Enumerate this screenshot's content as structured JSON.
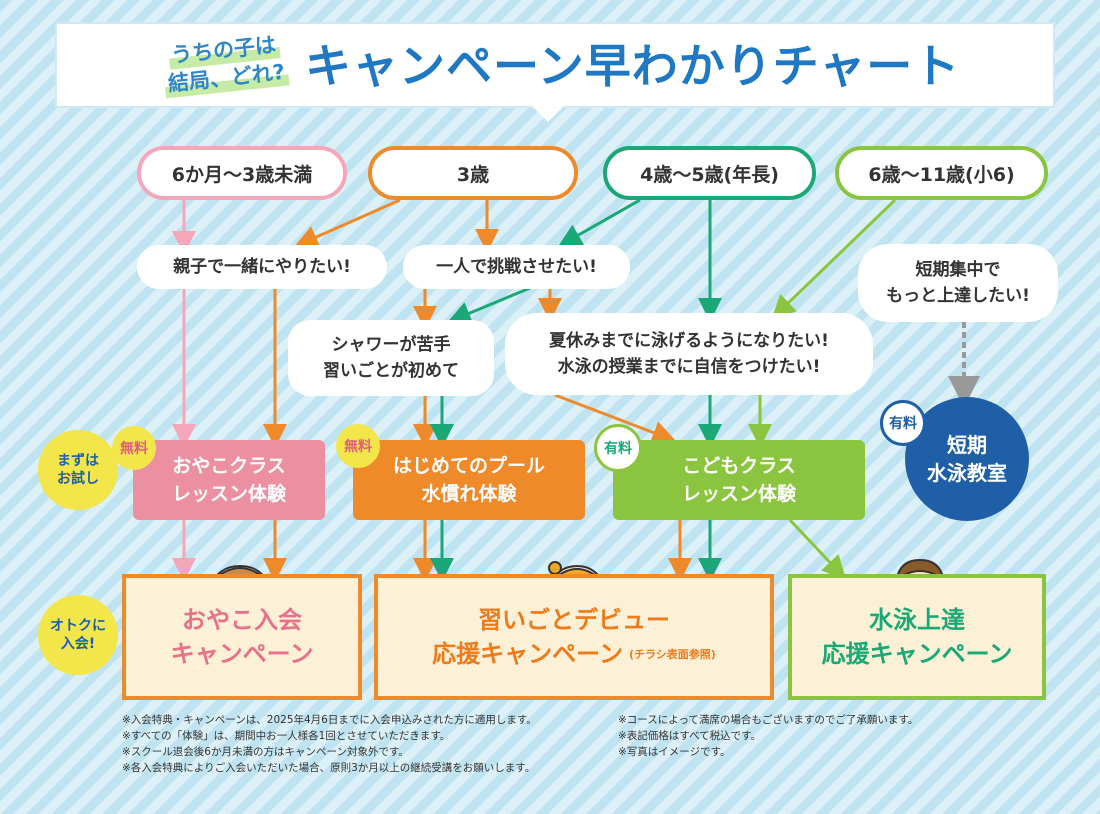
{
  "header": {
    "subtitle_line1": "うちの子は",
    "subtitle_line2": "結局、どれ?",
    "title": "キャンペーン早わかりチャート"
  },
  "ages": {
    "infant": "6か月〜3歳未満",
    "three": "3歳",
    "four_five": "4歳〜5歳(年長)",
    "six_eleven": "6歳〜11歳(小6)"
  },
  "bubbles": {
    "together": "親子で一緒にやりたい!",
    "alone": "一人で挑戦させたい!",
    "shower_line1": "シャワーが苦手",
    "shower_line2": "習いごとが初めて",
    "summer_line1": "夏休みまでに泳げるようになりたい!",
    "summer_line2": "水泳の授業までに自信をつけたい!",
    "short_line1": "短期集中で",
    "short_line2": "もっと上達したい!"
  },
  "lessons": {
    "oyako_line1": "おやこクラス",
    "oyako_line2": "レッスン体験",
    "oyako_badge": "無料",
    "hajimete_line1": "はじめてのプール",
    "hajimete_line2": "水慣れ体験",
    "hajimete_badge": "無料",
    "kodomo_line1": "こどもクラス",
    "kodomo_line2": "レッスン体験",
    "kodomo_badge": "有料",
    "short_badge": "有料",
    "short_line1": "短期",
    "short_line2": "水泳教室"
  },
  "side_labels": {
    "try_line1": "まずは",
    "try_line2": "お試し",
    "join_line1": "オトクに",
    "join_line2": "入会!"
  },
  "campaigns": {
    "oyako_line1": "おやこ入会",
    "oyako_line2": "キャンペーン",
    "debut_line1": "習いごとデビュー",
    "debut_line2": "応援キャンペーン",
    "debut_note": "(チラシ表面参照)",
    "suiei_line1": "水泳上達",
    "suiei_line2": "応援キャンペーン"
  },
  "notes_left": [
    "※入会特典・キャンペーンは、2025年4月6日までに入会申込みされた方に適用します。",
    "※すべての「体験」は、期間中お一人様各1回とさせていただきます。",
    "※スクール退会後6か月未満の方はキャンペーン対象外です。",
    "※各入会特典によりご入会いただいた場合、原則3か月以上の継続受講をお願いします。"
  ],
  "notes_right": [
    "※コースによって満席の場合もございますのでご了承願います。",
    "※表記価格はすべて税込です。",
    "※写真はイメージです。"
  ],
  "colors": {
    "pink": "#ee8fa3",
    "orange": "#ee8a2a",
    "green": "#1aa876",
    "lime": "#8bc53f",
    "navy": "#1f5fa8"
  }
}
